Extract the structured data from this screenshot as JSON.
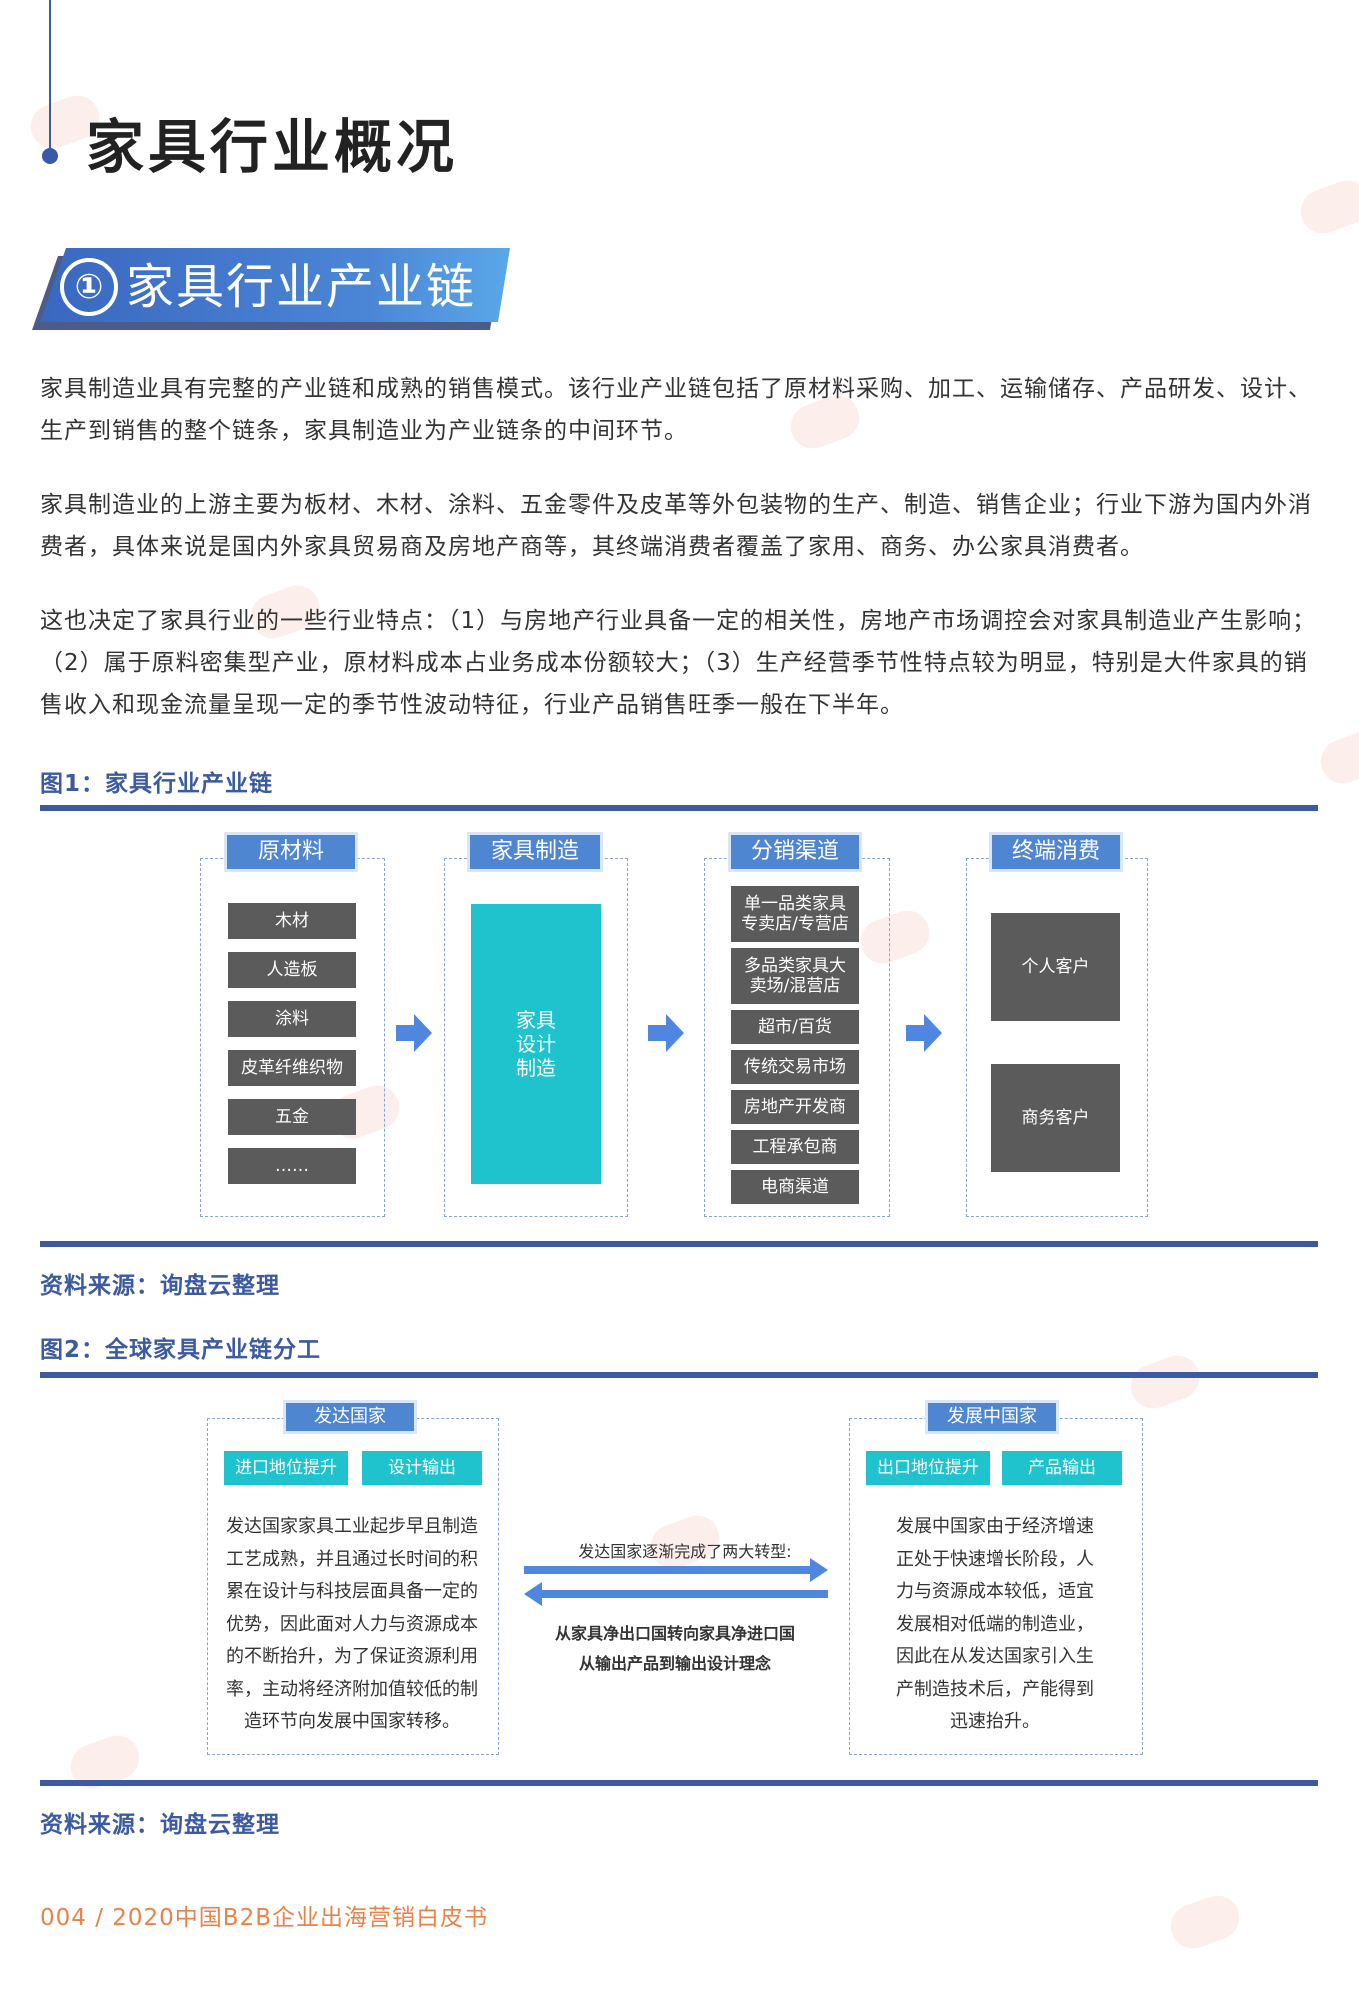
{
  "header": {
    "title": "家具行业概况"
  },
  "section": {
    "number": "①",
    "title": "家具行业产业链"
  },
  "paragraphs": [
    "家具制造业具有完整的产业链和成熟的销售模式。该行业产业链包括了原材料采购、加工、运输储存、产品研发、设计、生产到销售的整个链条，家具制造业为产业链条的中间环节。",
    "家具制造业的上游主要为板材、木材、涂料、五金零件及皮革等外包装物的生产、制造、销售企业；行业下游为国内外消费者，具体来说是国内外家具贸易商及房地产商等，其终端消费者覆盖了家用、商务、办公家具消费者。",
    "这也决定了家具行业的一些行业特点：（1）与房地产行业具备一定的相关性，房地产市场调控会对家具制造业产生影响；（2）属于原料密集型产业，原材料成本占业务成本份额较大；（3）生产经营季节性特点较为明显，特别是大件家具的销售收入和现金流量呈现一定的季节性波动特征，行业产品销售旺季一般在下半年。"
  ],
  "figure1": {
    "title": "图1：家具行业产业链",
    "source": "资料来源：询盘云整理",
    "columns": {
      "raw": {
        "header": "原材料",
        "items": [
          "木材",
          "人造板",
          "涂料",
          "皮革纤维织物",
          "五金",
          "……"
        ]
      },
      "mfg": {
        "header": "家具制造",
        "block_lines": [
          "家具",
          "设计",
          "制造"
        ]
      },
      "dist": {
        "header": "分销渠道",
        "items": [
          "单一品类家具\n专卖店/专营店",
          "多品类家具大\n卖场/混营店",
          "超市/百货",
          "传统交易市场",
          "房地产开发商",
          "工程承包商",
          "电商渠道"
        ]
      },
      "end": {
        "header": "终端消费",
        "items": [
          "个人客户",
          "商务客户"
        ]
      }
    }
  },
  "figure2": {
    "title": "图2：全球家具产业链分工",
    "source": "资料来源：询盘云整理",
    "developed": {
      "header": "发达国家",
      "tags": [
        "进口地位提升",
        "设计输出"
      ],
      "text_lines": [
        "发达国家家具工业起步早且制造",
        "工艺成熟，并且通过长时间的积",
        "累在设计与科技层面具备一定的",
        "优势，因此面对人力与资源成本",
        "的不断抬升，为了保证资源利用",
        "率，主动将经济附加值较低的制",
        "造环节向发展中国家转移。"
      ]
    },
    "developing": {
      "header": "发展中国家",
      "tags": [
        "出口地位提升",
        "产品输出"
      ],
      "text_lines": [
        "发展中国家由于经济增速",
        "正处于快速增长阶段，人",
        "力与资源成本较低，适宜",
        "发展相对低端的制造业，",
        "因此在从发达国家引入生",
        "产制造技术后，产能得到",
        "迅速抬升。"
      ]
    },
    "middle": {
      "caption": "发达国家逐渐完成了两大转型:",
      "line1": "从家具净出口国转向家具净进口国",
      "line2": "从输出产品到输出设计理念"
    }
  },
  "footer": {
    "text": "004 / 2020中国B2B企业出海营销白皮书"
  },
  "colors": {
    "primary": "#3b5aa0",
    "banner": "#4b86d6",
    "teal": "#1fc3cd",
    "gray": "#5b5b5b",
    "footer": "#e8834a"
  }
}
